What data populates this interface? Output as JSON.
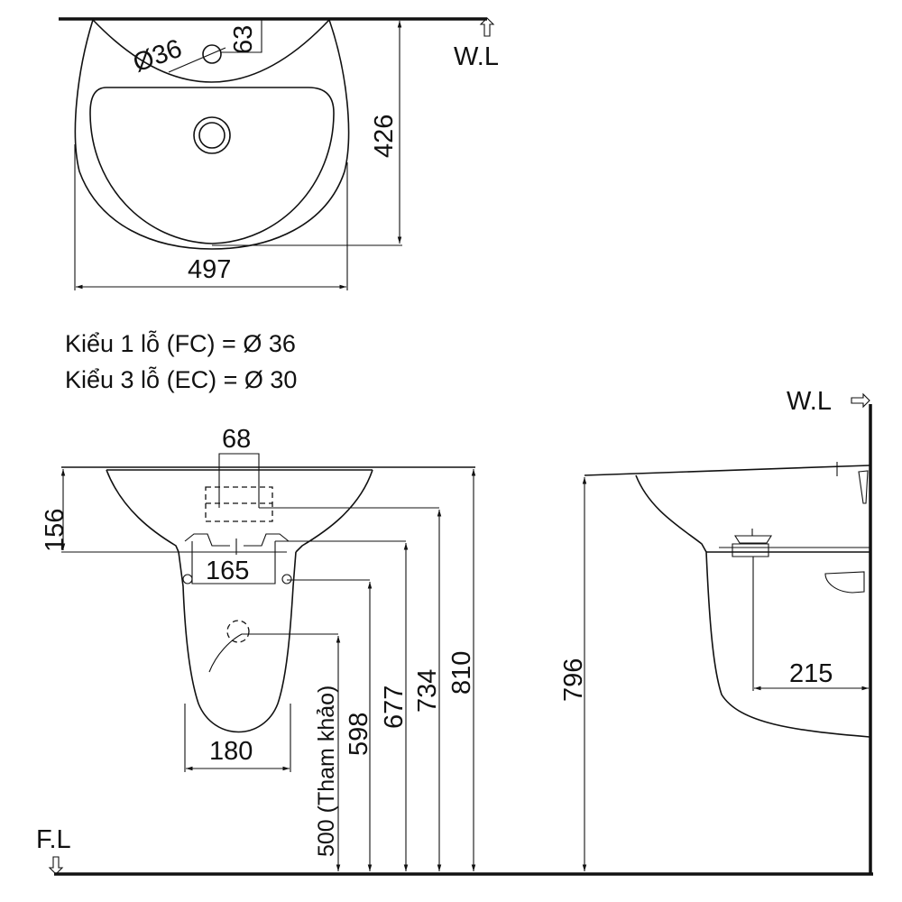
{
  "top_view": {
    "wall_label": "W.L",
    "faucet_hole_label": "Ø36",
    "faucet_offset": "63",
    "depth": "426",
    "width": "497"
  },
  "notes": [
    "Kiểu 1 lỗ (FC) = Ø 36",
    "Kiểu 3 lỗ (EC) = Ø 30"
  ],
  "front_view": {
    "faucet_spacing": "68",
    "basin_depth": "156",
    "bracket_spacing": "165",
    "pedestal_width": "180",
    "drain_height": "500 (Tham khảo)",
    "bolt_height": "598",
    "bracket_height": "677",
    "tap_height": "734",
    "rim_height": "810",
    "floor_label": "F.L"
  },
  "side_view": {
    "wall_label": "W.L",
    "rim_height": "796",
    "drain_offset": "215"
  },
  "colors": {
    "line": "#111111",
    "background": "#ffffff"
  }
}
